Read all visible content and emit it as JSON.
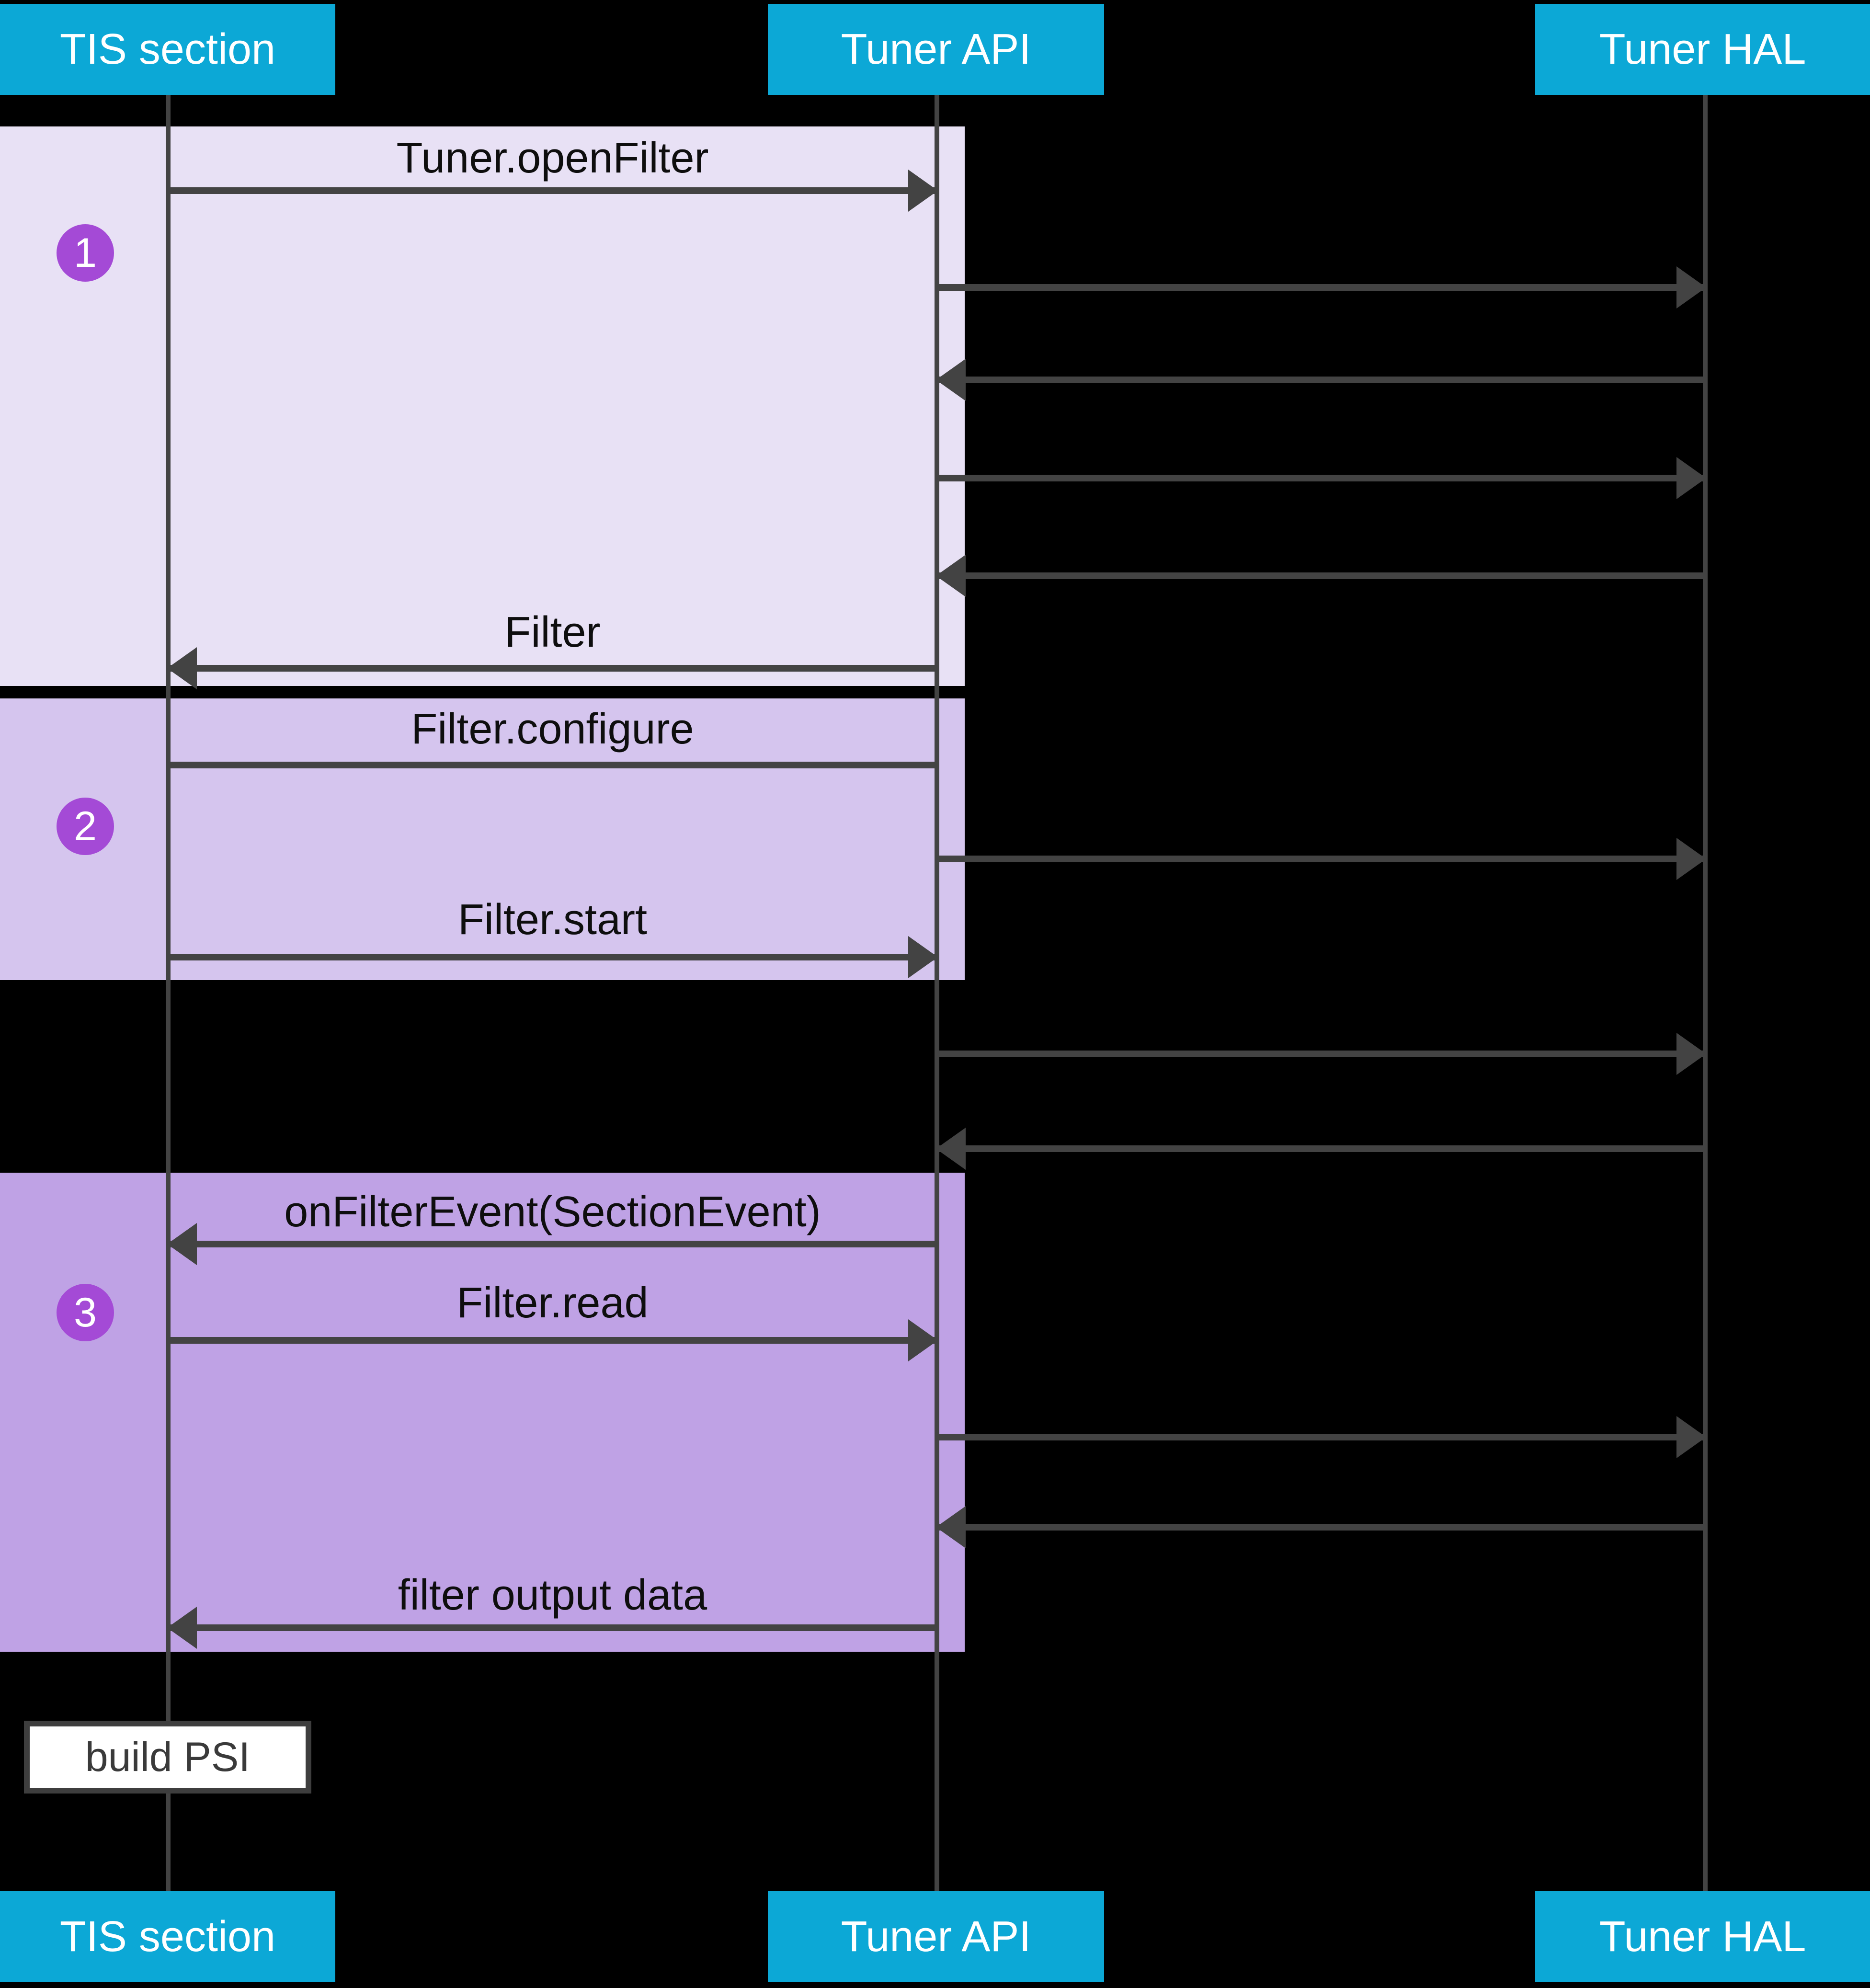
{
  "participants": [
    {
      "name": "TIS section"
    },
    {
      "name": "Tuner API"
    },
    {
      "name": "Tuner HAL"
    }
  ],
  "steps": [
    {
      "number": "1"
    },
    {
      "number": "2"
    },
    {
      "number": "3"
    }
  ],
  "messages": [
    {
      "id": "tuner-open-filter",
      "label": "Tuner.openFilter",
      "from": "TIS section",
      "to": "Tuner API",
      "direction": "right"
    },
    {
      "id": "api-to-hal-1",
      "label": "",
      "from": "Tuner API",
      "to": "Tuner HAL",
      "direction": "right"
    },
    {
      "id": "hal-to-api-1",
      "label": "",
      "from": "Tuner HAL",
      "to": "Tuner API",
      "direction": "left"
    },
    {
      "id": "api-to-hal-2",
      "label": "",
      "from": "Tuner API",
      "to": "Tuner HAL",
      "direction": "right"
    },
    {
      "id": "hal-to-api-2",
      "label": "",
      "from": "Tuner HAL",
      "to": "Tuner API",
      "direction": "left"
    },
    {
      "id": "filter-return",
      "label": "Filter",
      "from": "Tuner API",
      "to": "TIS section",
      "direction": "left"
    },
    {
      "id": "filter-configure",
      "label": "Filter.configure",
      "from": "TIS section",
      "to": "Tuner API",
      "direction": "right"
    },
    {
      "id": "api-to-hal-3",
      "label": "",
      "from": "Tuner API",
      "to": "Tuner HAL",
      "direction": "right"
    },
    {
      "id": "filter-start",
      "label": "Filter.start",
      "from": "TIS section",
      "to": "Tuner API",
      "direction": "right"
    },
    {
      "id": "api-to-hal-4",
      "label": "",
      "from": "Tuner API",
      "to": "Tuner HAL",
      "direction": "right"
    },
    {
      "id": "hal-to-api-3",
      "label": "",
      "from": "Tuner HAL",
      "to": "Tuner API",
      "direction": "left"
    },
    {
      "id": "on-filter-event",
      "label": "onFilterEvent(SectionEvent)",
      "from": "Tuner API",
      "to": "TIS section",
      "direction": "left"
    },
    {
      "id": "filter-read",
      "label": "Filter.read",
      "from": "TIS section",
      "to": "Tuner API",
      "direction": "right"
    },
    {
      "id": "api-to-hal-5",
      "label": "",
      "from": "Tuner API",
      "to": "Tuner HAL",
      "direction": "right"
    },
    {
      "id": "hal-to-api-4",
      "label": "",
      "from": "Tuner HAL",
      "to": "Tuner API",
      "direction": "left"
    },
    {
      "id": "filter-output-data",
      "label": "filter output data",
      "from": "Tuner API",
      "to": "TIS section",
      "direction": "left"
    }
  ],
  "note": {
    "label": "build PSI"
  },
  "colors": {
    "background": "#000000",
    "header": "#0ca8d6",
    "header_text": "#ffffff",
    "block_1": "#e8e1f5",
    "block_2": "#d5c5ee",
    "block_3": "#bfa2e5",
    "step_circle": "#a44ad6",
    "line": "#434343",
    "label_text": "#0e0e0e",
    "note_bg": "#ffffff",
    "note_border": "#3e3e3e"
  }
}
